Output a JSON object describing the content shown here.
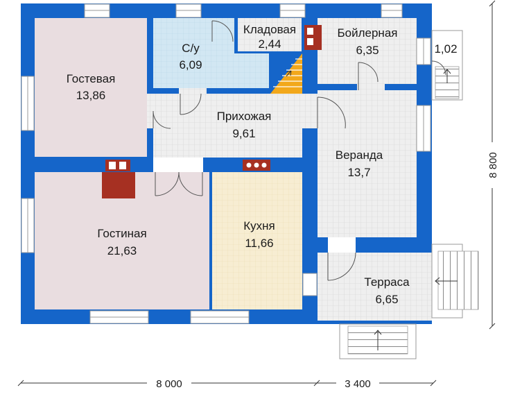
{
  "rooms": [
    {
      "name": "Гостевая",
      "area": "13,86"
    },
    {
      "name": "С/у",
      "area": "6,09"
    },
    {
      "name": "Кладовая",
      "area": "2,44"
    },
    {
      "name": "Бойлерная",
      "area": "6,35"
    },
    {
      "name": "",
      "area": "1,02"
    },
    {
      "name": "Прихожая",
      "area": "9,61"
    },
    {
      "name": "Веранда",
      "area": "13,7"
    },
    {
      "name": "Гостиная",
      "area": "21,63"
    },
    {
      "name": "Кухня",
      "area": "11,66"
    },
    {
      "name": "Терраса",
      "area": "6,65"
    }
  ],
  "dimensions": {
    "width_main": "8 000",
    "width_extra": "3 400",
    "height": "8 800"
  },
  "colors": {
    "wall": "#1565c9",
    "pink": "#e9dde0",
    "blue": "#d0e6f2",
    "tile": "#ececec",
    "kitchen": "#f6ebcd",
    "stair": "#f2a81c",
    "brick": "#a63022"
  }
}
